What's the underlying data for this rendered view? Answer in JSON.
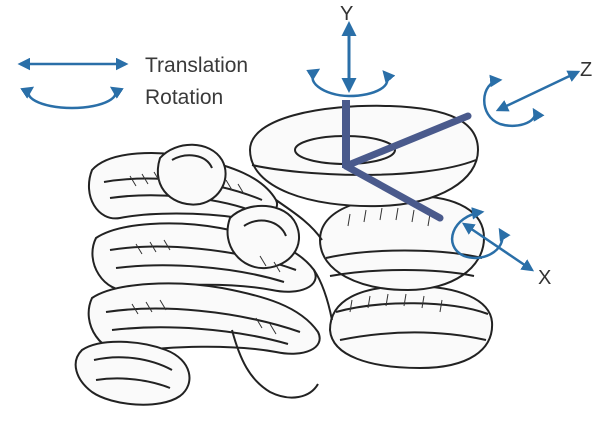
{
  "legend": {
    "translation_label": "Translation",
    "rotation_label": "Rotation",
    "translation_icon": "double-headed-arrow-icon",
    "rotation_icon": "circular-rotation-arrows-icon"
  },
  "axes": {
    "y_label": "Y",
    "z_label": "Z",
    "x_label": "X"
  },
  "illustration": {
    "subject": "cervical-vertebrae",
    "style": "black-line-drawing"
  },
  "colors": {
    "arrow": "#2a6fa8",
    "axis_bar": "#4a5a8c",
    "line_art": "#222222"
  }
}
